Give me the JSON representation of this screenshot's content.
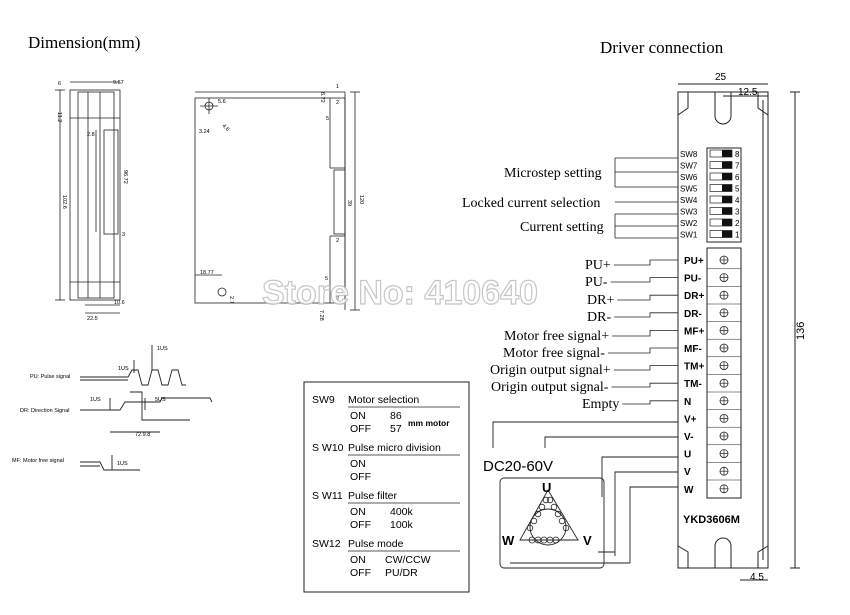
{
  "titles": {
    "dimension": "Dimension(mm)",
    "driver": "Driver connection"
  },
  "dims": {
    "side_top1": "6",
    "side_top2": "9.67",
    "side_h1": "11.2",
    "side_h2": "2.8",
    "side_inner": "96.72",
    "side_total": "102.6",
    "side_3": "3",
    "side_bottom": "10.6",
    "side_width": "22.5",
    "front_hole1": "5.6",
    "front_hole2": "4.6",
    "front_left": "3.24",
    "front_top": "6.72",
    "front_5a": "5",
    "front_1a": "1",
    "front_2a": "2",
    "front_mid": "39",
    "front_total": "120",
    "front_2b": "2",
    "front_bottom_l": "18.77",
    "front_bottom_h": "2.7",
    "front_5b": "5",
    "front_2c": "2",
    "front_bottom_r": "7.28",
    "drv_width": "25",
    "drv_half": "12.5",
    "drv_height": "136",
    "drv_bottom": "4.5"
  },
  "timing": {
    "pu_label": "PU: Pulse signal",
    "dr_label": "DR: Direction Signal",
    "mf_label": "MF: Motor free signal",
    "t1": "1US",
    "t2": "1US",
    "t3": "1US",
    "t4": "5US",
    "t5": "72.9.8",
    "t6": "1US"
  },
  "switch_box": {
    "sw9": {
      "name": "SW9",
      "title": "Motor selection",
      "on": "ON",
      "on_val": "86",
      "off": "OFF",
      "off_val": "57",
      "suffix": "mm motor"
    },
    "sw10": {
      "name": "S W10",
      "title": "Pulse  micro  division",
      "on": "ON",
      "off": "OFF"
    },
    "sw11": {
      "name": "S W11",
      "title": "Pulse filter",
      "on": "ON",
      "on_val": "400k",
      "off": "OFF",
      "off_val": "100k"
    },
    "sw12": {
      "name": "SW12",
      "title": "Pulse mode",
      "on": "ON",
      "on_val": "CW/CCW",
      "off": "OFF",
      "off_val": "PU/DR"
    }
  },
  "callouts": {
    "microstep": "Microstep setting",
    "locked": "Locked current selection",
    "current": "Current setting",
    "pu_plus": "PU+",
    "pu_minus": "PU-",
    "dr_plus": "DR+",
    "dr_minus": "DR-",
    "mf_plus": "Motor free signal+",
    "mf_minus": "Motor free signal-",
    "tm_plus": "Origin output signal+",
    "tm_minus": "Origin output signal-",
    "empty": "Empty"
  },
  "dip_switches": [
    "SW8",
    "SW7",
    "SW6",
    "SW5",
    "SW4",
    "SW3",
    "SW2",
    "SW1"
  ],
  "dip_numbers": [
    "8",
    "7",
    "6",
    "5",
    "4",
    "3",
    "2",
    "1"
  ],
  "terminals": [
    "PU+",
    "PU-",
    "DR+",
    "DR-",
    "MF+",
    "MF-",
    "TM+",
    "TM-",
    "N",
    "V+",
    "V-",
    "U",
    "V",
    "W"
  ],
  "power": "DC20-60V",
  "motor": {
    "u": "U",
    "v": "V",
    "w": "W"
  },
  "model": "YKD3606M",
  "watermark": "Store No: 410640"
}
